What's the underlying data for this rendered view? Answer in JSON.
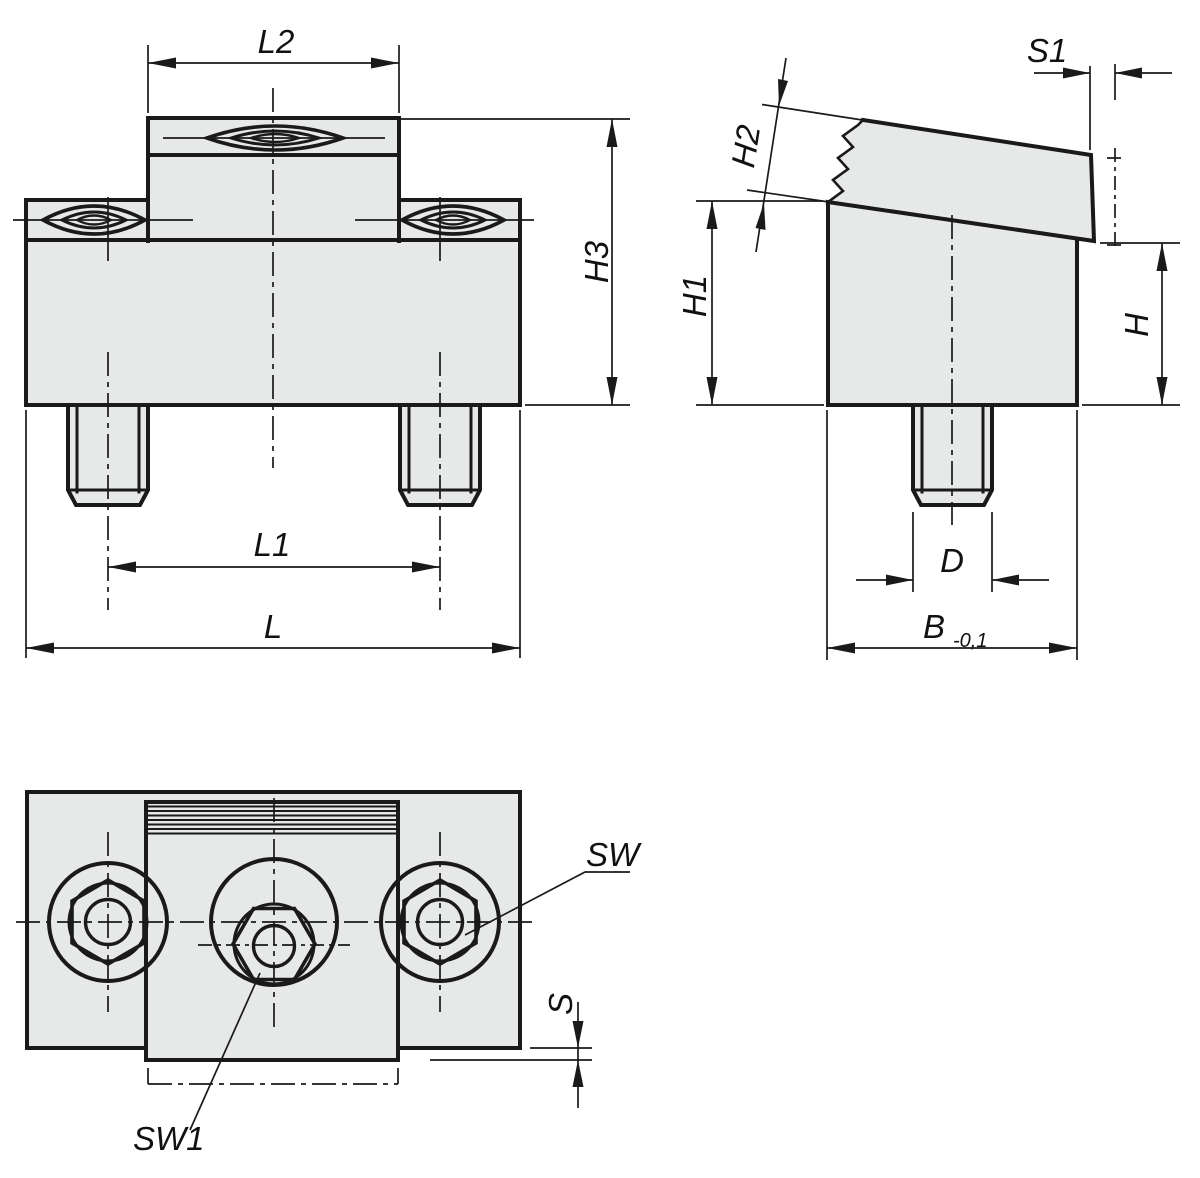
{
  "drawing": {
    "type": "technical-drawing",
    "colors": {
      "outline": "#1a1a1a",
      "part_fill": "#e7e8e8",
      "background": "#ffffff"
    },
    "front_view": {
      "labels": {
        "l2": "L2",
        "h3": "H3",
        "l1": "L1",
        "l": "L"
      }
    },
    "side_view": {
      "labels": {
        "s1": "S1",
        "h2": "H2",
        "h1": "H1",
        "h": "H",
        "d": "D",
        "b": "B",
        "b_tolerance": "-0,1"
      }
    },
    "top_view": {
      "labels": {
        "sw": "SW",
        "sw1": "SW1",
        "s": "S"
      }
    }
  }
}
